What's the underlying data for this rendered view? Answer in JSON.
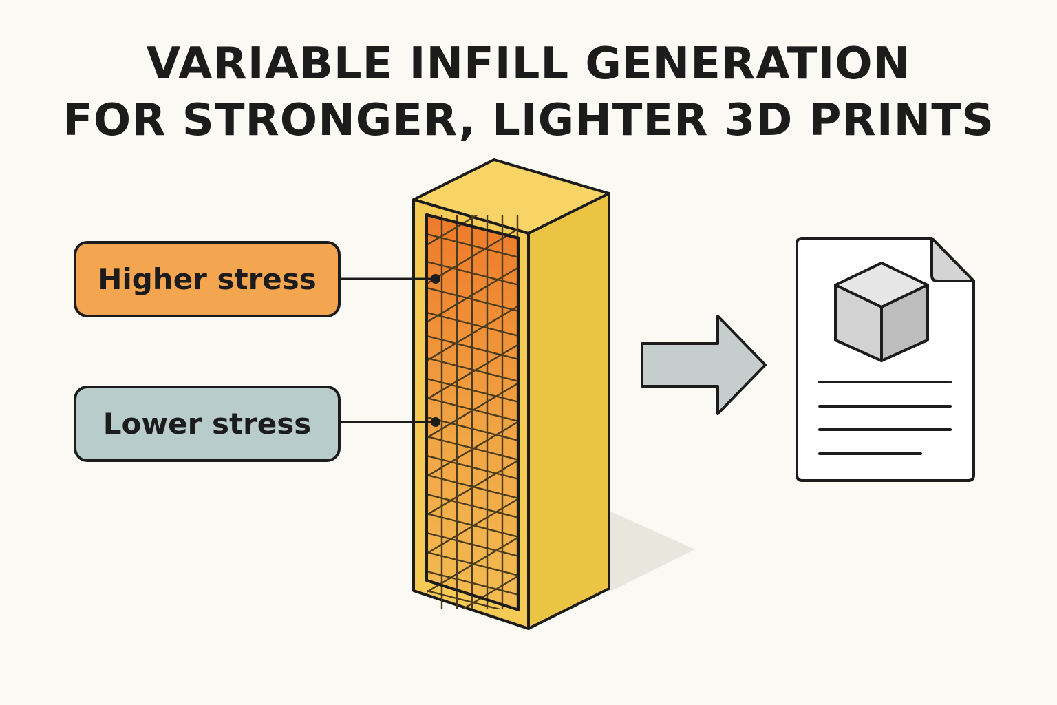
{
  "title": {
    "line1": "VARIABLE INFILL GENERATION",
    "line2": "FOR STRONGER, LIGHTER 3D PRINTS"
  },
  "labels": {
    "higher": "Higher stress",
    "lower": "Lower stress"
  },
  "icons": {
    "arrow": "arrow-right-icon",
    "document": "document-icon",
    "cube": "cube-icon"
  },
  "colors": {
    "background": "#FBF9F3",
    "outline": "#1C1C1C",
    "high_stress": "#F3A54F",
    "low_stress": "#B8CCCC",
    "block_front": "#F5CB55",
    "block_top": "#F8D366",
    "block_side": "#EBC444",
    "infill_top": "#EE7A2A",
    "infill_bottom": "#F1B24A",
    "arrow_fill": "#C6CDCD",
    "cube_top": "#E6E6E6",
    "cube_left": "#D2D2D2",
    "cube_right": "#BDBDBD"
  }
}
